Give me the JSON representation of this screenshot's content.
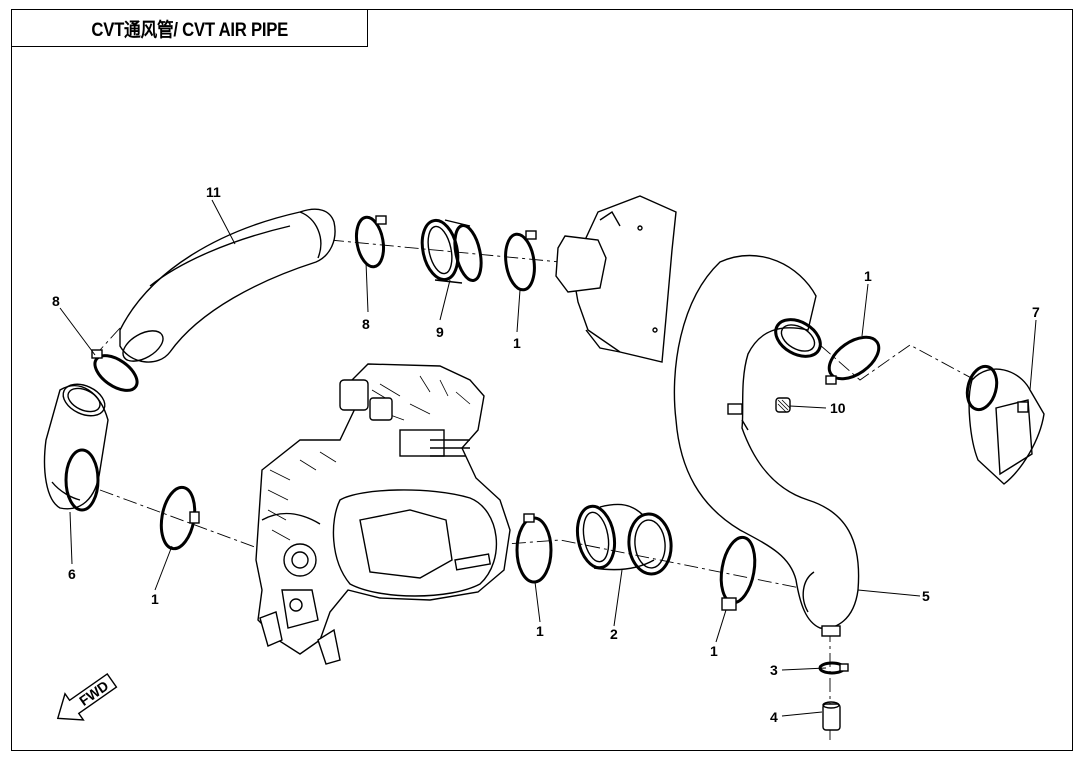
{
  "title": "CVT通风管/ CVT AIR PIPE",
  "fwd_label": "FWD",
  "callouts": {
    "c11": "11",
    "c8a": "8",
    "c8b": "8",
    "c9": "9",
    "c1a": "1",
    "c1b": "1",
    "c1c": "1",
    "c1d": "1",
    "c1e": "1",
    "c6": "6",
    "c2": "2",
    "c5": "5",
    "c3": "3",
    "c4": "4",
    "c7": "7",
    "c10": "10"
  }
}
